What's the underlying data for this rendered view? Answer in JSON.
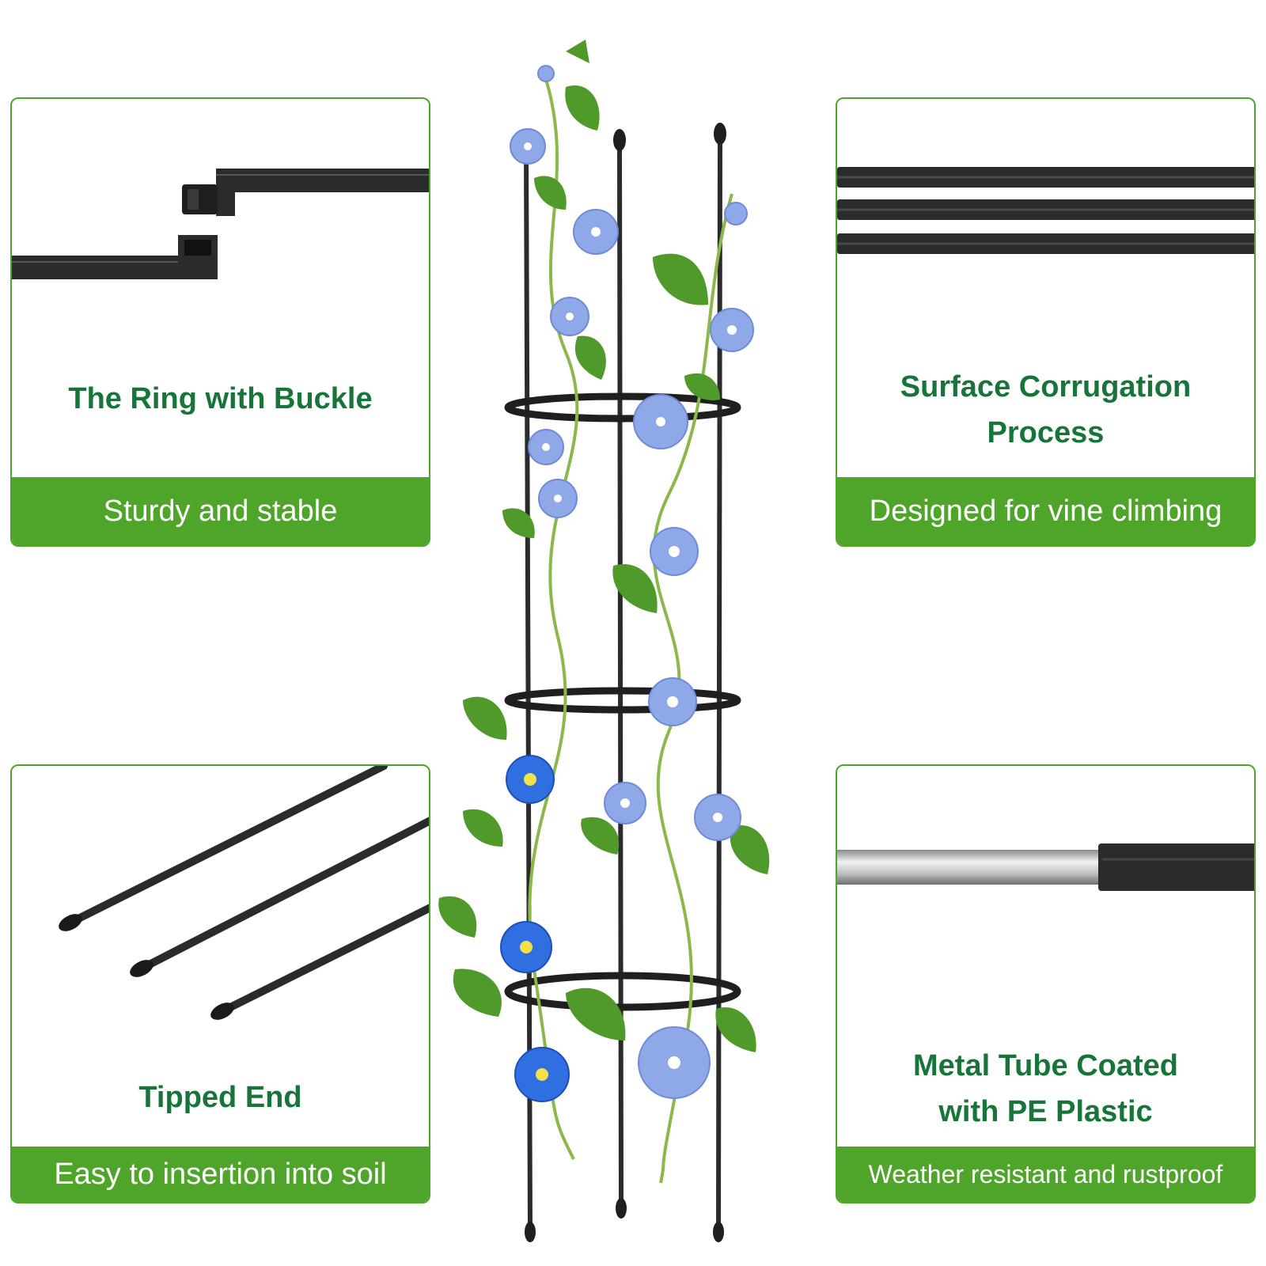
{
  "features": {
    "ring_buckle": {
      "title": "The Ring with Buckle",
      "caption": "Sturdy and stable"
    },
    "corrugation": {
      "title_line1": "Surface Corrugation",
      "title_line2": "Process",
      "caption": "Designed for vine climbing"
    },
    "tipped_end": {
      "title": "Tipped End",
      "caption": "Easy to insertion into soil"
    },
    "metal_tube": {
      "title_line1": "Metal Tube Coated",
      "title_line2": "with PE Plastic",
      "caption": "Weather resistant and rustproof"
    }
  },
  "colors": {
    "accent_green": "#4ea52a",
    "title_green": "#17753a",
    "stake_black": "#2b2b2b",
    "flower_blue": "#7a9ee8",
    "leaf_green": "#4f9a2b"
  },
  "icons": {
    "ring_buckle": "buckle-joint-icon",
    "corrugation": "corrugated-rods-icon",
    "tipped_end": "tipped-stakes-icon",
    "metal_tube": "coated-tube-icon",
    "product": "plant-trellis-image"
  }
}
